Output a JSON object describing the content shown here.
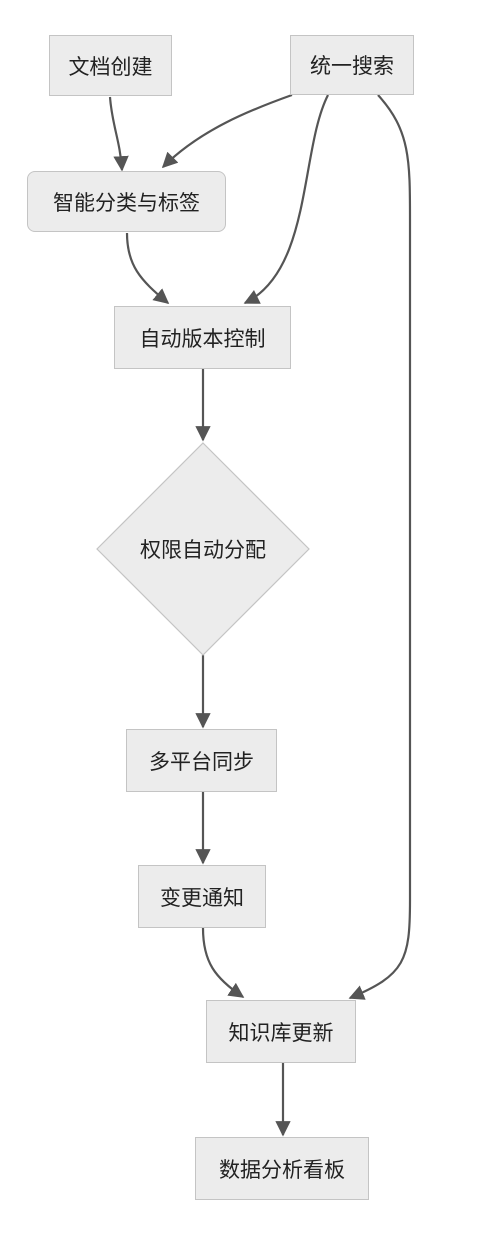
{
  "nodes": {
    "doc_create": "文档创建",
    "unified_search": "统一搜索",
    "smart_classify": "智能分类与标签",
    "version_control": "自动版本控制",
    "permission_assign": "权限自动分配",
    "multi_sync": "多平台同步",
    "change_notify": "变更通知",
    "kb_update": "知识库更新",
    "dashboard": "数据分析看板"
  },
  "edges": [
    {
      "from": "doc_create",
      "to": "smart_classify"
    },
    {
      "from": "unified_search",
      "to": "smart_classify"
    },
    {
      "from": "unified_search",
      "to": "version_control"
    },
    {
      "from": "unified_search",
      "to": "kb_update"
    },
    {
      "from": "smart_classify",
      "to": "version_control"
    },
    {
      "from": "version_control",
      "to": "permission_assign"
    },
    {
      "from": "permission_assign",
      "to": "multi_sync"
    },
    {
      "from": "multi_sync",
      "to": "change_notify"
    },
    {
      "from": "change_notify",
      "to": "kb_update"
    },
    {
      "from": "kb_update",
      "to": "dashboard"
    }
  ],
  "colors": {
    "node_fill": "#ececec",
    "node_border": "#c4c4c4",
    "edge": "#555555",
    "text": "#222222"
  }
}
